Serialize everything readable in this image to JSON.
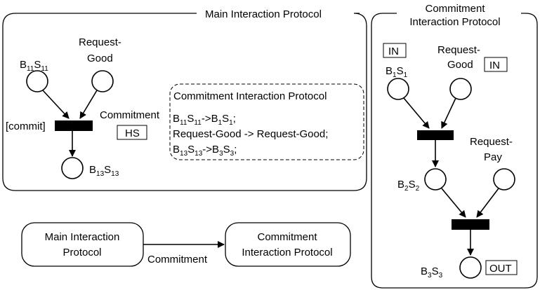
{
  "main_frame": {
    "title": "Main Interaction Protocol"
  },
  "commit_frame": {
    "title_line1": "Commitment",
    "title_line2": "Interaction Protocol"
  },
  "main": {
    "place_b11s11": {
      "b": "B",
      "b_sub": "11",
      "s": "S",
      "s_sub": "11"
    },
    "place_request_good": {
      "line1": "Request-",
      "line2": "Good"
    },
    "transition_label": "[commit]",
    "commitment_label": "Commitment",
    "hs_tag": "HS",
    "place_b13s13": {
      "b": "B",
      "b_sub": "13",
      "s": "S",
      "s_sub": "13"
    }
  },
  "mapping_box": {
    "title": "Commitment Interaction Protocol",
    "line1": {
      "a": "B",
      "a_sub": "11",
      "b": "S",
      "b_sub": "11",
      "arrow": "->",
      "c": "B",
      "c_sub": "1",
      "d": "S",
      "d_sub": "1",
      "end": ";"
    },
    "line2": "Request-Good -> Request-Good;",
    "line3": {
      "a": "B",
      "a_sub": "13",
      "b": "S",
      "b_sub": "13",
      "arrow": "->",
      "c": "B",
      "c_sub": "3",
      "d": "S",
      "d_sub": "3",
      "end": ";"
    }
  },
  "bottom": {
    "left_box": {
      "line1": "Main Interaction",
      "line2": "Protocol"
    },
    "right_box": {
      "line1": "Commitment",
      "line2": "Interaction Protocol"
    },
    "edge_label": "Commitment"
  },
  "commit": {
    "in_tag_1": "IN",
    "in_tag_2": "IN",
    "out_tag": "OUT",
    "place_b1s1": {
      "b": "B",
      "b_sub": "1",
      "s": "S",
      "s_sub": "1"
    },
    "place_request_good": {
      "line1": "Request-",
      "line2": "Good"
    },
    "place_request_pay": {
      "line1": "Request-",
      "line2": "Pay"
    },
    "place_b2s2": {
      "b": "B",
      "b_sub": "2",
      "s": "S",
      "s_sub": "2"
    },
    "place_b3s3": {
      "b": "B",
      "b_sub": "3",
      "s": "S",
      "s_sub": "3"
    }
  }
}
